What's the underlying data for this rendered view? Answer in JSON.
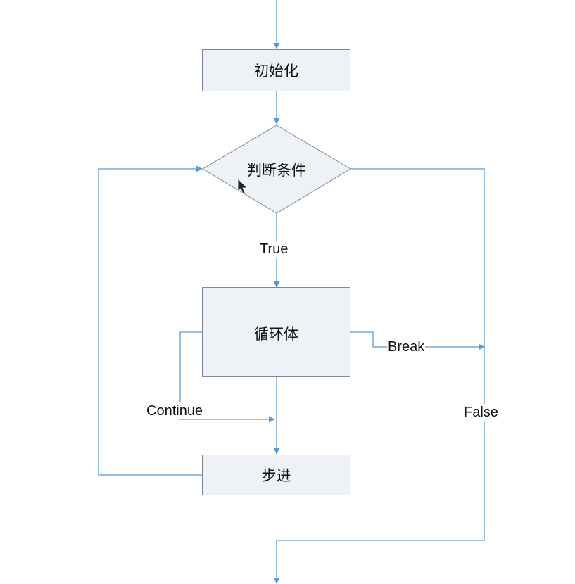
{
  "nodes": {
    "init": "初始化",
    "condition": "判断条件",
    "body": "循环体",
    "step": "步进"
  },
  "edges": {
    "true_label": "True",
    "false_label": "False",
    "break_label": "Break",
    "continue_label": "Continue"
  },
  "colors": {
    "line": "#5b9bd5",
    "node_fill": "#eef1f6",
    "node_border": "#7b8696"
  }
}
